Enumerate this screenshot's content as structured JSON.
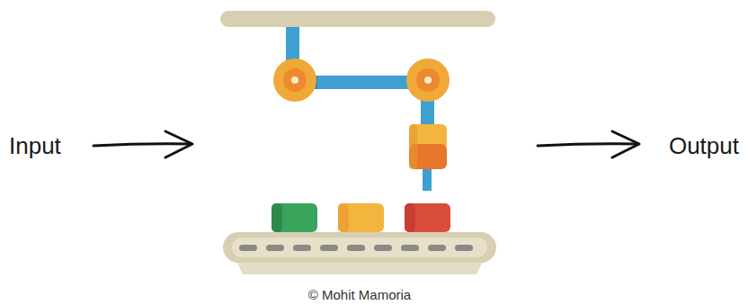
{
  "diagram": {
    "labels": [
      "Input",
      "Output",
      "© Mohit Mamoria"
    ]
  }
}
